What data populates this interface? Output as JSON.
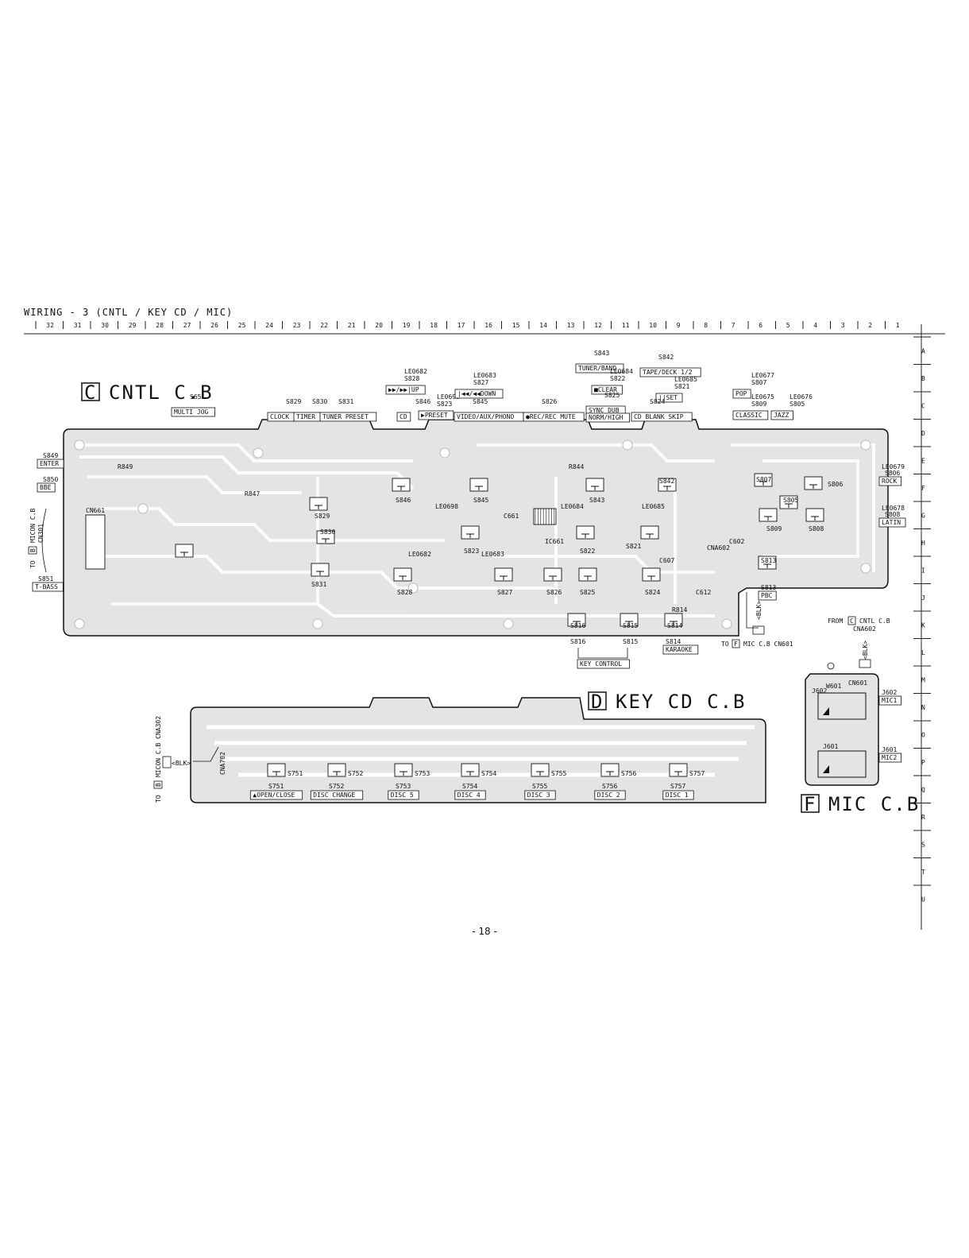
{
  "title": "WIRING - 3 (CNTL / KEY CD / MIC)",
  "page_number": "- 18 -",
  "column_numbers": [
    "32",
    "31",
    "30",
    "29",
    "28",
    "27",
    "26",
    "25",
    "24",
    "23",
    "22",
    "21",
    "20",
    "19",
    "18",
    "17",
    "16",
    "15",
    "14",
    "13",
    "12",
    "11",
    "10",
    "9",
    "8",
    "7",
    "6",
    "5",
    "4",
    "3",
    "2",
    "1"
  ],
  "row_letters": [
    "A",
    "B",
    "C",
    "D",
    "E",
    "F",
    "G",
    "H",
    "I",
    "J",
    "K",
    "L",
    "M",
    "N",
    "O",
    "P",
    "Q",
    "R",
    "S",
    "T",
    "U"
  ],
  "boards": {
    "cntl": {
      "letter": "C",
      "name": "CNTL C.B"
    },
    "key_cd": {
      "letter": "D",
      "name": "KEY CD C.B"
    },
    "mic": {
      "letter": "F",
      "name": "MIC C.B"
    }
  },
  "cntl_top_labels": [
    {
      "ref": "S651",
      "fn": "MULTI JOG"
    },
    {
      "ref": "S829",
      "fn": "CLOCK"
    },
    {
      "ref": "S830",
      "fn": "TIMER"
    },
    {
      "ref": "S831",
      "fn": "TUNER PRESET"
    },
    {
      "ref": "LE0682",
      "sub": "S828",
      "fn": "▶▶/▶▶|UP"
    },
    {
      "ref": "S846",
      "fn": "CD"
    },
    {
      "ref": "LE0698",
      "sub": "S823",
      "fn": "▶PRESET"
    },
    {
      "ref": "LE0683",
      "sub": "S827",
      "fn": "|◀◀/◀◀DOWN"
    },
    {
      "ref": "S845",
      "fn": "VIDEO/AUX/PHONO"
    },
    {
      "ref": "S826",
      "fn": "●REC/REC MUTE"
    },
    {
      "ref": "S843",
      "fn": "TUNER/BAND"
    },
    {
      "ref": "LE0684",
      "sub": "S822",
      "fn": "■CLEAR"
    },
    {
      "ref": "S825",
      "fn": "SYNC DUB",
      "fn2": "NORM/HIGH"
    },
    {
      "ref": "S842",
      "fn": "TAPE/DECK 1/2"
    },
    {
      "ref": "LE0685",
      "sub": "S821",
      "fn": "||SET"
    },
    {
      "ref": "S824",
      "fn": "CD BLANK SKIP"
    },
    {
      "ref": "LE0677",
      "sub": "S807",
      "fn": "POP"
    },
    {
      "ref": "LE0675",
      "sub": "S809",
      "fn": "CLASSIC"
    },
    {
      "ref": "LE0676",
      "sub": "S805",
      "fn": "JAZZ"
    }
  ],
  "cntl_left_labels": [
    {
      "ref": "S849",
      "fn": "ENTER"
    },
    {
      "ref": "S850",
      "fn": "BBE"
    },
    {
      "ref": "S851",
      "fn": "T-BASS"
    }
  ],
  "cntl_right_labels": [
    {
      "ref": "LE0679",
      "sub": "S806",
      "fn": "ROCK"
    },
    {
      "ref": "LE0678",
      "sub": "S808",
      "fn": "LATIN"
    }
  ],
  "cntl_bottom_labels": [
    {
      "ref": "S816",
      "fn": "KEY CONTROL"
    },
    {
      "ref": "S815"
    },
    {
      "ref": "S814",
      "fn": "KARAOKE"
    },
    {
      "ref": "S813",
      "fn": "PBC"
    }
  ],
  "cntl_components": [
    "R849",
    "R847",
    "CN661",
    "R844",
    "S846",
    "S845",
    "S843",
    "S842",
    "S806",
    "LE0698",
    "LE0684",
    "LE0685",
    "S829",
    "S830",
    "S831",
    "S823",
    "S822",
    "S821",
    "S807",
    "S805",
    "S809",
    "S808",
    "S813",
    "LE0682",
    "LE0683",
    "S828",
    "S827",
    "S826",
    "S825",
    "S824",
    "S816",
    "S815",
    "S814",
    "R814",
    "C661",
    "IC661",
    "C607",
    "CNA602",
    "C612",
    "C602"
  ],
  "left_connector_note": {
    "prefix": "TO",
    "board": "B",
    "text": "MICON C.B",
    "ref": "CN301"
  },
  "mic_connector_note": {
    "prefix": "TO",
    "board": "F",
    "text": "MIC C.B CN601"
  },
  "from_note": {
    "prefix": "FROM",
    "board": "C",
    "text": "CNTL C.B",
    "ref": "CNA602"
  },
  "blk": "<BLK>",
  "key_cd_connector_note": {
    "prefix": "TO",
    "board": "B",
    "text": "MICON C.B CNA302"
  },
  "key_cd_cna": "CNA702",
  "key_cd_labels": [
    {
      "ref": "S751",
      "fn": "▲OPEN/CLOSE"
    },
    {
      "ref": "S752",
      "fn": "DISC CHANGE"
    },
    {
      "ref": "S753",
      "fn": "DISC 5"
    },
    {
      "ref": "S754",
      "fn": "DISC 4"
    },
    {
      "ref": "S755",
      "fn": "DISC 3"
    },
    {
      "ref": "S756",
      "fn": "DISC 2"
    },
    {
      "ref": "S757",
      "fn": "DISC 1"
    }
  ],
  "mic_labels": [
    {
      "ref": "J602",
      "fn": "MIC1"
    },
    {
      "ref": "J601",
      "fn": "MIC2"
    }
  ],
  "mic_components": [
    "W601",
    "CN601",
    "J602",
    "J601"
  ]
}
